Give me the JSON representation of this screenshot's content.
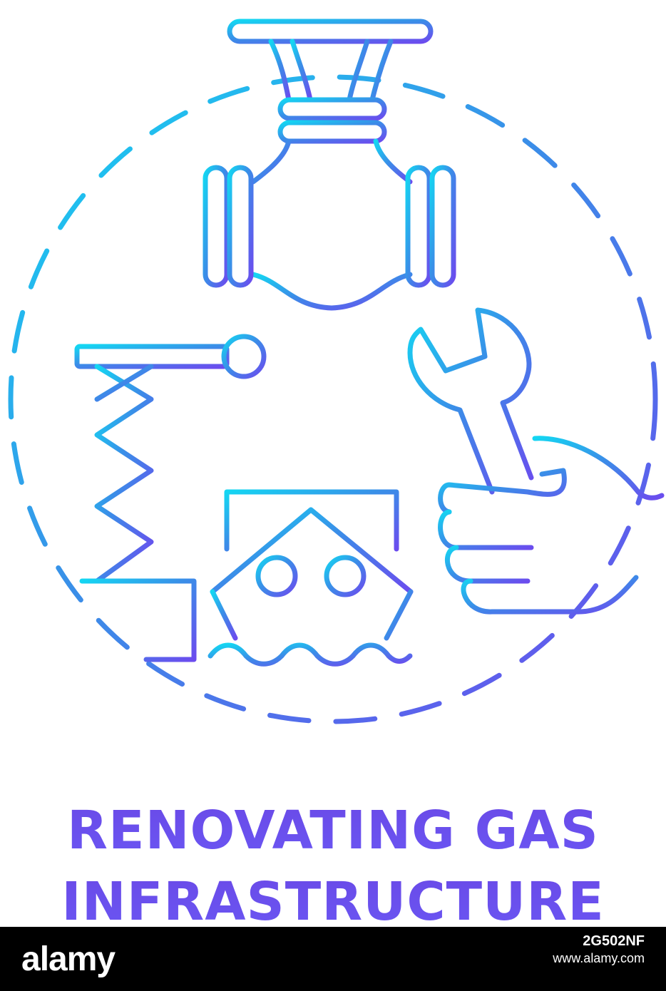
{
  "illustration": {
    "icons": [
      "gas-pipe-valve-icon",
      "harbor-crane-icon",
      "ship-icon",
      "wrench-in-hand-icon"
    ],
    "gradient_start": "#1fd0f0",
    "gradient_mid": "#3a86e8",
    "gradient_end": "#6a52ee"
  },
  "caption": {
    "line1": "RENOVATING GAS",
    "line2": "INFRASTRUCTURE",
    "color": "#6a4fee"
  },
  "watermark": {
    "brand": "alamy",
    "image_code": "2G502NF",
    "site": "www.alamy.com",
    "background": "#000000"
  }
}
